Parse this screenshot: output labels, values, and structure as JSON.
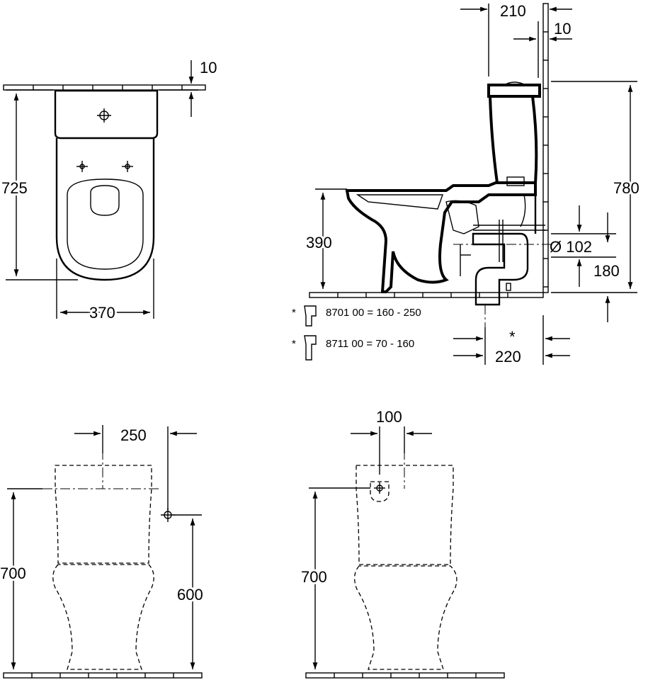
{
  "dimensions": {
    "top_view_wall_gap": "10",
    "top_view_depth": "725",
    "top_view_width": "370",
    "side_cistern_depth": "210",
    "side_wall_gap": "10",
    "side_total_height": "780",
    "side_seat_height": "390",
    "side_outlet_diameter": "Ø 102",
    "side_outlet_height": "180",
    "side_outlet_distance": "220",
    "side_outlet_asterisk": "*",
    "front_offset": "250",
    "front_height": "700",
    "front_supply_height": "600",
    "back_offset": "100",
    "back_height": "700"
  },
  "notes": [
    {
      "star": "*",
      "text": "8701 00 = 160 - 250"
    },
    {
      "star": "*",
      "text": "8711 00 =   70 -   160"
    }
  ]
}
